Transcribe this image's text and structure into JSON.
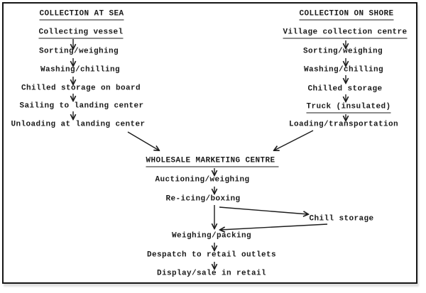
{
  "diagram": {
    "colors": {
      "ink": "#1a1a1a",
      "paper": "#ffffff"
    },
    "sea": {
      "title": "COLLECTION AT SEA",
      "steps": [
        "Collecting vessel",
        "Sorting/weighing",
        "Washing/chilling",
        "Chilled storage on board",
        "Sailing to landing center",
        "Unloading at landing center"
      ]
    },
    "shore": {
      "title": "COLLECTION ON SHORE",
      "steps": [
        "Village collection centre",
        "Sorting/weighing",
        "Washing/chilling",
        "Chilled storage",
        "Truck (insulated)",
        "Loading/transportation"
      ]
    },
    "market": {
      "title": "WHOLESALE MARKETING CENTRE",
      "steps": [
        "Auctioning/weighing",
        "Re-icing/boxing",
        "Weighing/packing",
        "Despatch to retail outlets",
        "Display/sale in retail"
      ],
      "chill": "Chill storage"
    }
  }
}
